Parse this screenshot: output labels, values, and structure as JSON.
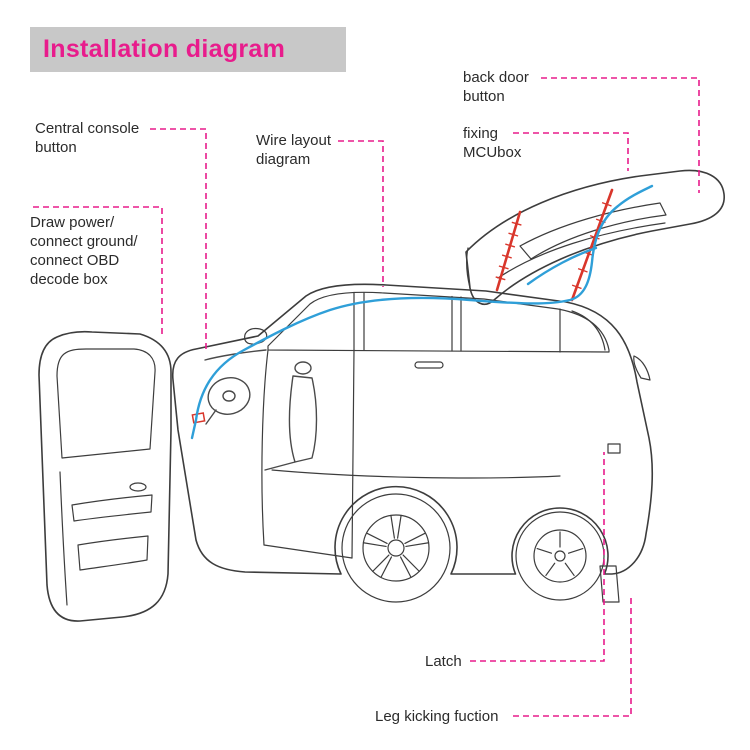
{
  "title": {
    "text": "Installation diagram"
  },
  "labels": {
    "central_console": "Central console\nbutton",
    "wire_layout": "Wire layout\ndiagram",
    "back_door": "back door\nbutton",
    "fixing_mcubox": "fixing\nMCUbox",
    "draw_power": "Draw power/\nconnect ground/\nconnect OBD\ndecode box",
    "latch": "Latch",
    "leg_kick": "Leg kicking fuction"
  },
  "colors": {
    "accent": "#e81c8c",
    "banner_bg": "#c8c8c8",
    "line_art": "#3d3d3d",
    "wire_blue": "#2f9fd8",
    "strut_red": "#d9362b",
    "label_text": "#2b2b2b"
  }
}
